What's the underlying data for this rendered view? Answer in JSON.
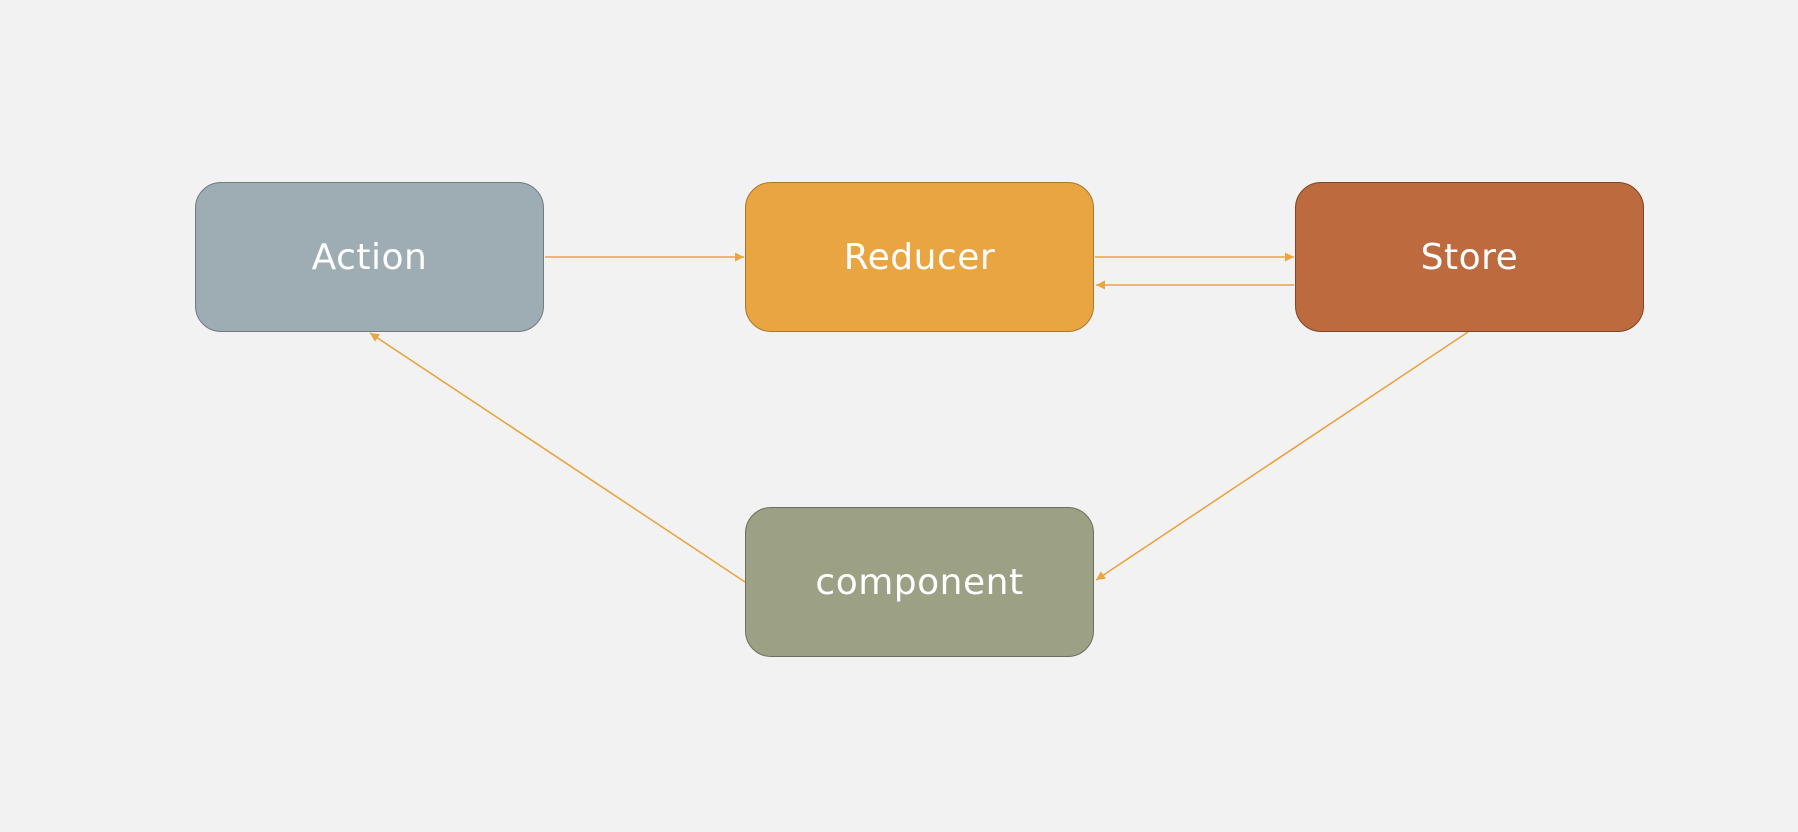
{
  "diagram": {
    "nodes": [
      {
        "id": "action",
        "label": "Action",
        "fill": "#9eadb3"
      },
      {
        "id": "reducer",
        "label": "Reducer",
        "fill": "#e9a541"
      },
      {
        "id": "store",
        "label": "Store",
        "fill": "#bc6a3e"
      },
      {
        "id": "component",
        "label": "component",
        "fill": "#9ca186"
      }
    ],
    "edges": [
      {
        "from": "action",
        "to": "reducer"
      },
      {
        "from": "reducer",
        "to": "store"
      },
      {
        "from": "store",
        "to": "reducer"
      },
      {
        "from": "store",
        "to": "component"
      },
      {
        "from": "component",
        "to": "action"
      }
    ],
    "arrow_color": "#e9a541",
    "background": "#f2f2f2"
  }
}
